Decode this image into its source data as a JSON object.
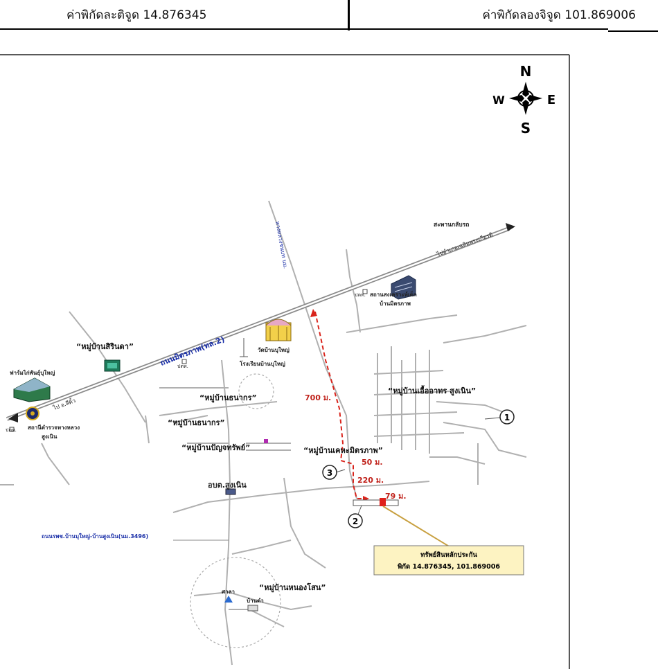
{
  "header": {
    "lat_label": "ค่าพิกัดละติจูด 14.876345",
    "lng_label": "ค่าพิกัดลองจิจูด 101.869006"
  },
  "compass": {
    "n": "N",
    "s": "S",
    "e": "E",
    "w": "W"
  },
  "roads": {
    "main_highway": "ถนนมิตรภาพ(ทล.2)",
    "north_road": "ทางหลวงชนบท นม.",
    "south_road": "ถนนรพช.บ้านบุใหญ่-บ้านสูงเนิน(นม.3496)",
    "to_chaloem": "ไปอำเภอเฉลิมพระเกียรติ",
    "to_sikhio": "ไป อ.สีคิ้ว"
  },
  "places": {
    "bridge": "สะพานกลับรถ",
    "gas_top": "ปตท.",
    "daycare_1": "สถานสงเคราะห์เด็ก",
    "daycare_2": "บ้านมิตรภาพ",
    "wat_bu_yai": "วัดบ้านบุใหญ่",
    "school": "โรงเรียนบ้านบุใหญ่",
    "gas_mid": "ปตท.",
    "farm": "ฟาร์มไก่พันธุ์บุใหญ่",
    "police_1": "สถานีตำรวจทางหลวง",
    "police_2": "สูงเนิน",
    "gas_left": "ปตท.",
    "abt": "อบต.สูงเนิน",
    "sala": "ศาลา",
    "house": "บ้านดำ"
  },
  "villages": {
    "sirinda": "“หมู่บ้านสิรินดา”",
    "thanakorn_1": "“หมู่บ้านธนากร”",
    "thanakorn_2": "“หมู่บ้านธนากร”",
    "panya": "“หมู่บ้านปัญจทรัพย์”",
    "uea_athon": "“หมู่บ้านเอื้ออาทร สูงเนิน”",
    "khet_mittraphap": "“หมู่บ้านเคหะมิตรภาพ”",
    "nong_sano": "“หมู่บ้านหนองโสน”"
  },
  "distances": {
    "d700": "700 ม.",
    "d50": "50 ม.",
    "d220": "220 ม.",
    "d79": "79 ม."
  },
  "markers": {
    "m1": "1",
    "m2": "2",
    "m3": "3"
  },
  "callout": {
    "line1": "ทรัพย์สินหลักประกัน",
    "line2": "พิกัด 14.876345, 101.869006"
  },
  "colors": {
    "road": "#8a8a8a",
    "route": "#d9241c",
    "highway_label": "#1a2fa8",
    "callout_bg": "#fdf3c2",
    "property": "#e0201a"
  }
}
